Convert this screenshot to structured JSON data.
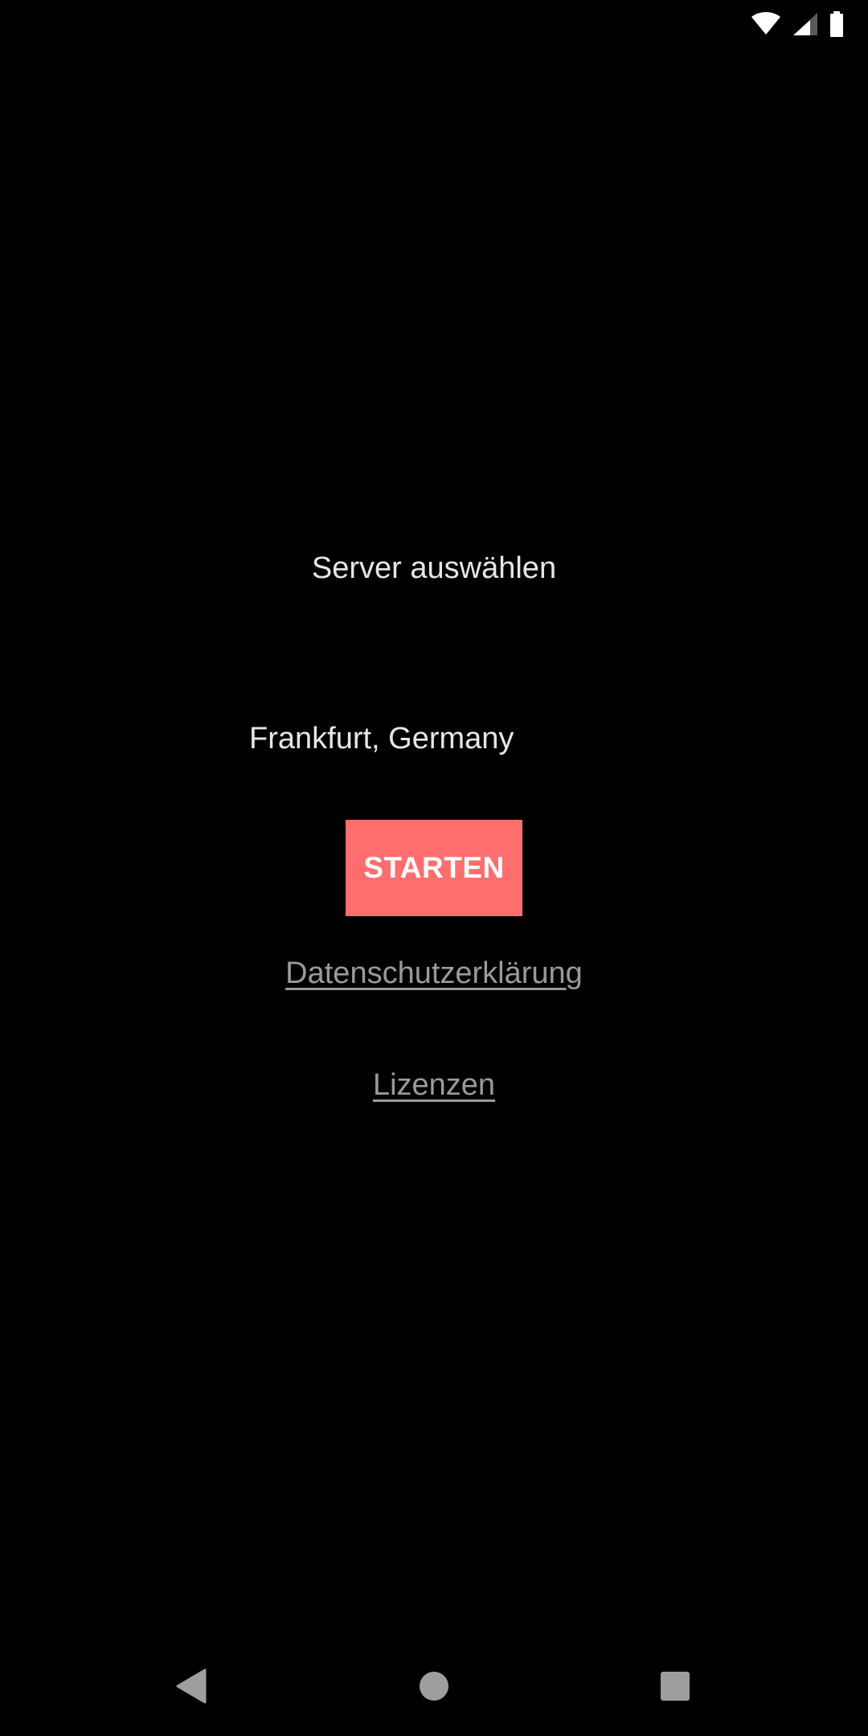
{
  "status_bar": {
    "icons": [
      "wifi-icon",
      "cell-signal-icon",
      "battery-icon"
    ],
    "icon_color": "#ffffff"
  },
  "main": {
    "title": "Server auswählen",
    "selected_server": "Frankfurt, Germany",
    "start_label": "STARTEN",
    "privacy_label": "Datenschutzerklärung",
    "licenses_label": "Lizenzen"
  },
  "nav_bar": {
    "icons": [
      "back-icon",
      "home-icon",
      "recents-icon"
    ],
    "icon_color": "#9e9e9e"
  },
  "colors": {
    "background": "#000000",
    "accent": "#ff6e6e",
    "text": "#e6e6e6",
    "link": "#9a9a9a"
  }
}
